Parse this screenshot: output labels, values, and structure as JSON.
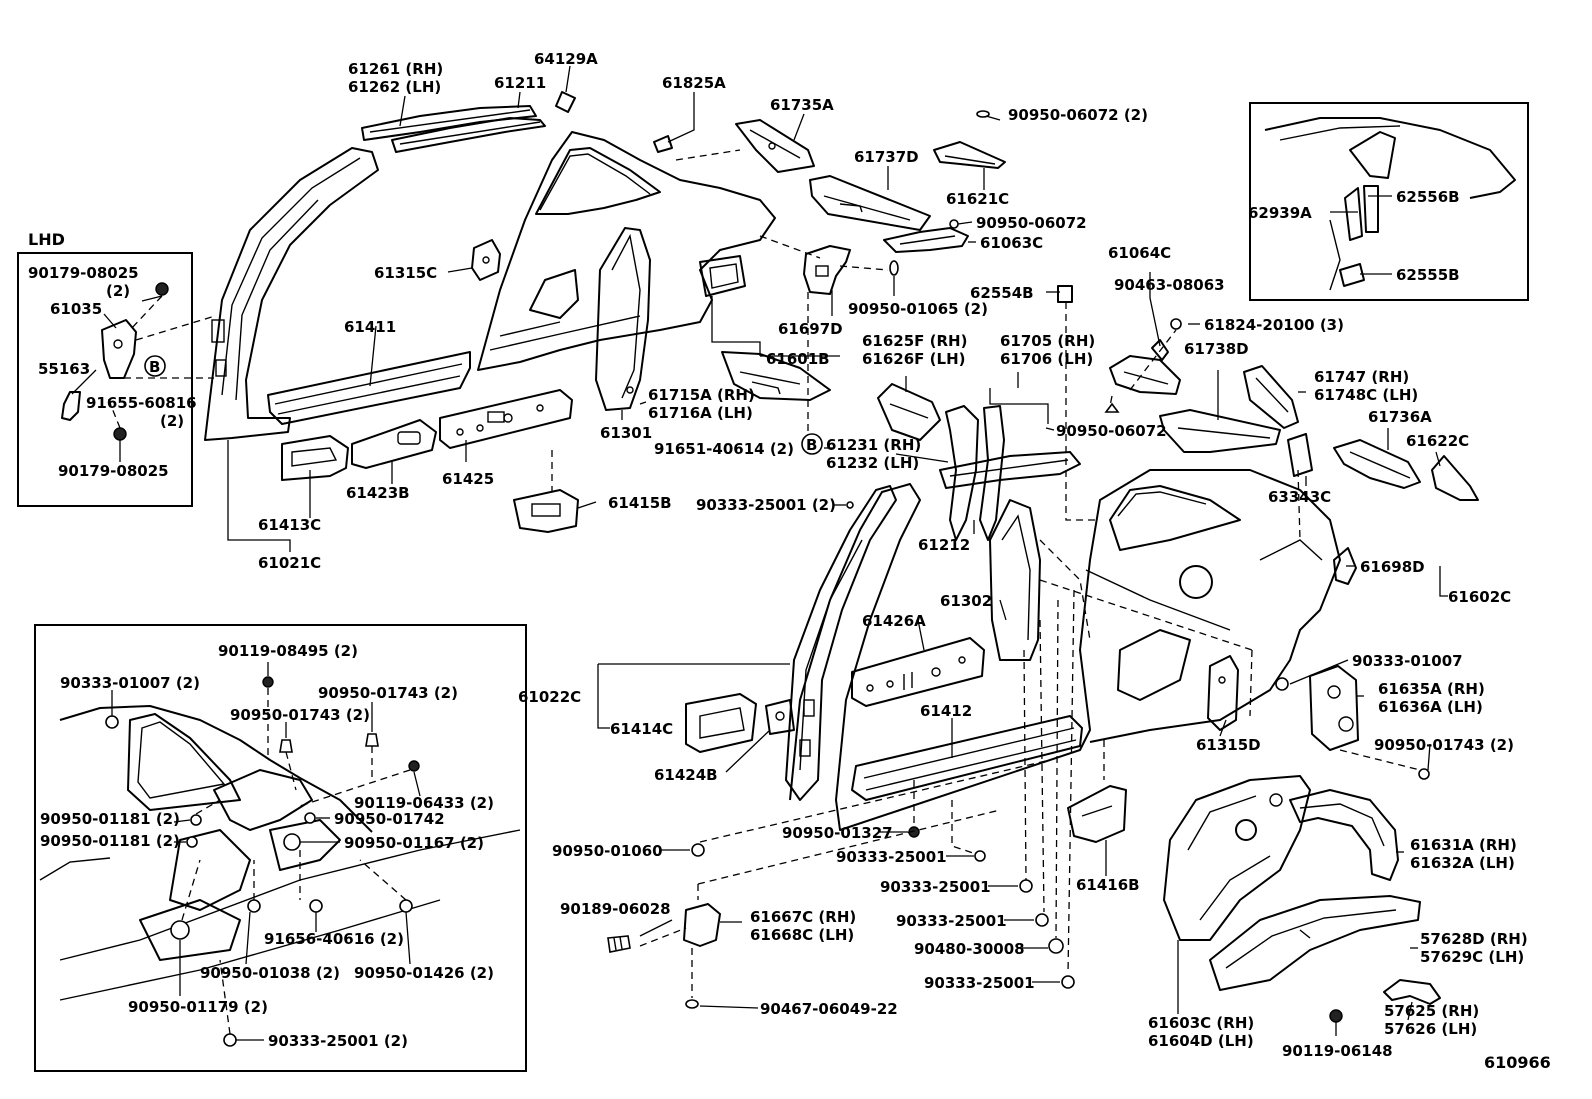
{
  "figure": {
    "figure_number": "610966",
    "section_label": "LHD",
    "callout_symbol": "B"
  },
  "labels": {
    "p61261": "61261 (RH)",
    "p61262": "61262 (LH)",
    "p61211": "61211",
    "p64129A": "64129A",
    "p61825A": "61825A",
    "p61735A": "61735A",
    "p90950_06072_2": "90950-06072 (2)",
    "p61737D": "61737D",
    "p61621C": "61621C",
    "p90950_06072": "90950-06072",
    "p61063C": "61063C",
    "p62939A": "62939A",
    "p62556B": "62556B",
    "p62555B": "62555B",
    "p90179_08025_2": "90179-08025",
    "p90179_08025_2q": "(2)",
    "p61035": "61035",
    "p55163": "55163",
    "p91655_60816": "91655-60816",
    "p91655_60816q": "(2)",
    "p90179_08025": "90179-08025",
    "p61315C": "61315C",
    "p61411": "61411",
    "p90950_01065": "90950-01065 (2)",
    "p61697D": "61697D",
    "p62554B": "62554B",
    "p61064C": "61064C",
    "p90463_08063": "90463-08063",
    "p61824_20100": "61824-20100 (3)",
    "p61601B": "61601B",
    "p61625F": "61625F (RH)",
    "p61626F": "61626F (LH)",
    "p61705": "61705 (RH)",
    "p61706": "61706 (LH)",
    "p61738D": "61738D",
    "p61747": "61747  (RH)",
    "p61748C": "61748C (LH)",
    "p61736A": "61736A",
    "p61622C": "61622C",
    "p61715A": "61715A (RH)",
    "p61716A": "61716A (LH)",
    "p61301": "61301",
    "p91651_40614": "91651-40614 (2)",
    "p61231": "61231 (RH)",
    "p61232": "61232 (LH)",
    "p90950_06072_b": "90950-06072",
    "p63343C": "63343C",
    "p61413C": "61413C",
    "p61423B": "61423B",
    "p61425": "61425",
    "p61415B": "61415B",
    "p90333_25001_2": "90333-25001 (2)",
    "p61212": "61212",
    "p61021C": "61021C",
    "p61698D": "61698D",
    "p61602C": "61602C",
    "p61302": "61302",
    "p61426A": "61426A",
    "p61022C": "61022C",
    "p90333_01007": "90333-01007",
    "p61635A": "61635A (RH)",
    "p61636A": "61636A (LH)",
    "p61414C": "61414C",
    "p61412": "61412",
    "p61315D": "61315D",
    "p90950_01743_2r": "90950-01743 (2)",
    "p61424B": "61424B",
    "p90950_01327": "90950-01327",
    "p90950_01060": "90950-01060",
    "p90333_25001_a": "90333-25001",
    "p61631A": "61631A (RH)",
    "p61632A": "61632A (LH)",
    "p61416B": "61416B",
    "p90333_25001_b": "90333-25001",
    "p90189_06028": "90189-06028",
    "p61667C": "61667C (RH)",
    "p61668C": "61668C (LH)",
    "p90333_25001_c": "90333-25001",
    "p90480_30008": "90480-30008",
    "p57628D": "57628D (RH)",
    "p57629C": "57629C (LH)",
    "p90333_25001_d": "90333-25001",
    "p90467_06049_22": "90467-06049-22",
    "p57625": "57625 (RH)",
    "p57626": "57626 (LH)",
    "p61603C": "61603C (RH)",
    "p61604D": "61604D (LH)",
    "p90119_06148": "90119-06148",
    "i90119_08495": "90119-08495 (2)",
    "i90333_01007": "90333-01007 (2)",
    "i90950_01743_a": "90950-01743 (2)",
    "i90950_01743_b": "90950-01743 (2)",
    "i90119_06433": "90119-06433 (2)",
    "i90950_01742": "90950-01742",
    "i90950_01181_a": "90950-01181 (2)",
    "i90950_01181_b": "90950-01181 (2)",
    "i90950_01167": "90950-01167 (2)",
    "i91656_40616": "91656-40616 (2)",
    "i90950_01038": "90950-01038 (2)",
    "i90950_01426": "90950-01426 (2)",
    "i90950_01179": "90950-01179 (2)",
    "i90333_25001": "90333-25001 (2)"
  }
}
